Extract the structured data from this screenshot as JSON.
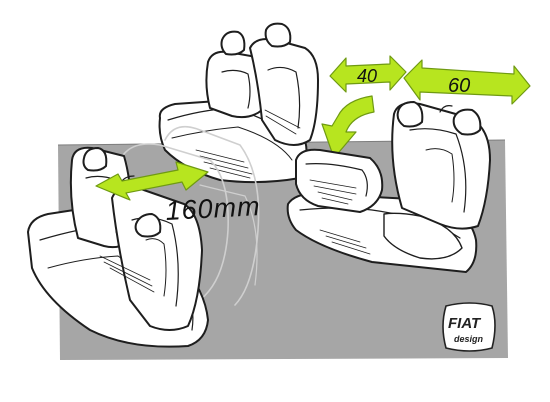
{
  "annotations": {
    "slide_distance": "160mm",
    "split_left": "40",
    "split_right": "60"
  },
  "logo": {
    "brand": "FIAT",
    "sub": "design"
  },
  "colors": {
    "accent_green": "#b7e51f",
    "accent_green_dark": "#6f9a12",
    "panel_gray": "#a6a6a6",
    "sketch_ink": "#1e1e1e"
  }
}
